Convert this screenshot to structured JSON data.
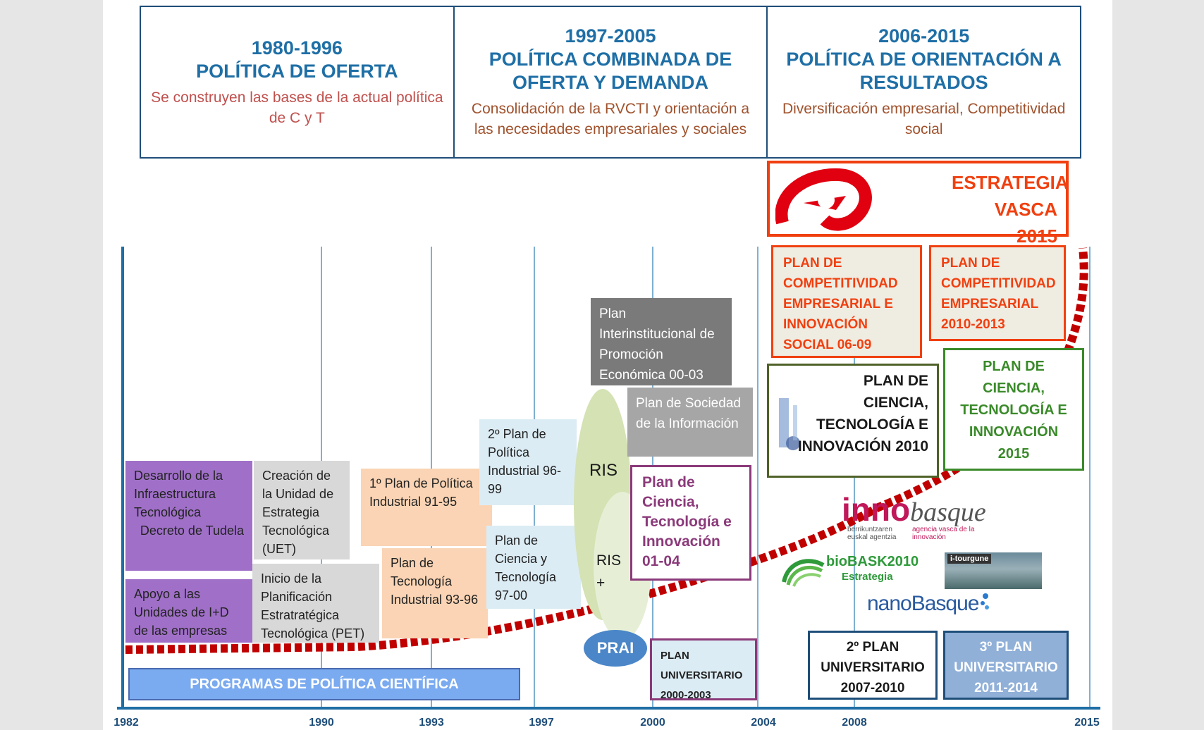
{
  "periods": [
    {
      "years": "1980-1996",
      "title": "POLÍTICA DE OFERTA",
      "desc": "Se construyen las bases de la actual política de C y T"
    },
    {
      "years": "1997-2005",
      "title": "POLÍTICA COMBINADA DE OFERTA Y DEMANDA",
      "desc": "Consolidación de la RVCTI y orientación a las necesidades empresariales y sociales"
    },
    {
      "years": "2006-2015",
      "title": "POLÍTICA DE ORIENTACIÓN A RESULTADOS",
      "desc": "Diversificación empresarial, Competitividad social"
    }
  ],
  "years": [
    "1982",
    "1990",
    "1993",
    "1997",
    "2000",
    "2004",
    "2008",
    "2015"
  ],
  "boxes": {
    "infra": "Desarrollo de la Infraestructura Tecnológica",
    "infra_decreto": "Decreto de Tudela",
    "apoyo": "Apoyo a las Unidades de I+D de las empresas",
    "uet": "Creación de la Unidad de Estrategia Tecnológica (UET)",
    "pet": "Inicio de la Planificación Estratratégica Tecnológica (PET)",
    "plan_ind_91": "1º Plan de Política Industrial 91-95",
    "plan_tec_93": "Plan de Tecnología Industrial 93-96",
    "plan_ind_96": "2º Plan de Política Industrial 96-99",
    "plan_cyt_97": "Plan de Ciencia y Tecnología 97-00",
    "plan_inter": "Plan Interinstitucional de Promoción Económica 00-03",
    "plan_soc": "Plan de Sociedad de la Información",
    "plan_cti_01": "Plan de Ciencia, Tecnología e Innovación 01-04",
    "plan_univ_00": "PLAN UNIVERSITARIO 2000-2003",
    "programas": "PROGRAMAS DE POLÍTICA CIENTÍFICA",
    "estrategia": "ESTRATEGIA VASCA 2015",
    "plan_comp_06": "PLAN DE COMPETITIVIDAD EMPRESARIAL E INNOVACIÓN SOCIAL 06-09",
    "plan_comp_10": "PLAN DE COMPETITIVIDAD EMPRESARIAL 2010-2013",
    "plan_cti_2010": "PLAN DE CIENCIA, TECNOLOGÍA E INNOVACIÓN 2010",
    "plan_cti_2015": "PLAN DE CIENCIA, TECNOLOGÍA E INNOVACIÓN 2015",
    "plan_univ_07": "2º PLAN UNIVERSITARIO 2007-2010",
    "plan_univ_11": "3º PLAN UNIVERSITARIO 2011-2014"
  },
  "labels": {
    "ris": "RIS",
    "ris_plus": "RIS +",
    "prai": "PRAI"
  },
  "logos": {
    "inno_word": "inno",
    "inno_word2": "basque",
    "inno_sub1": "berrikuntzaren euskal agentzia",
    "inno_sub2": "agencia vasca de la innovación",
    "biobask": "bioBASK2010",
    "biobask_sub": "Estrategia",
    "tourgune": "i-tourgune",
    "nanobasque": "nanoBasque"
  },
  "colors": {
    "axis": "#1f6fa6",
    "dots": "#c00000",
    "orange": "#f04010",
    "green": "#3a8a2a",
    "olive": "#4f6228",
    "purple": "#8b3a7a",
    "navy": "#1f4e79"
  }
}
